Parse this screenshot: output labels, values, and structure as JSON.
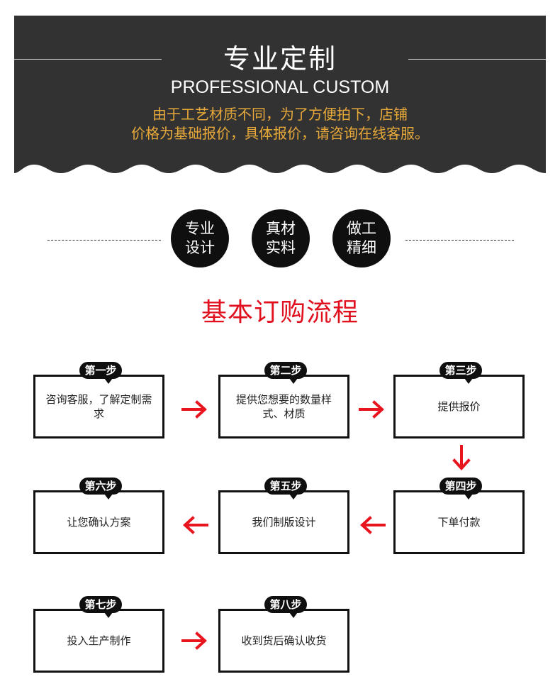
{
  "banner": {
    "title_cn": "专业定制",
    "title_en": "PROFESSIONAL CUSTOM",
    "desc_line1": "由于工艺材质不同，为了方便拍下，店铺",
    "desc_line2": "价格为基础报价，具体报价，请咨询在线客服。",
    "colors": {
      "background": "#323232",
      "desc": "#e8a93a",
      "title": "#ffffff"
    }
  },
  "features": [
    {
      "line1": "专业",
      "line2": "设计"
    },
    {
      "line1": "真材",
      "line2": "实料"
    },
    {
      "line1": "做工",
      "line2": "精细"
    }
  ],
  "flow": {
    "title": "基本订购流程",
    "title_color": "#e0101e",
    "arrow_color": "#e8141e",
    "steps": [
      {
        "label": "第一步",
        "text": "咨询客服，了解定制需求"
      },
      {
        "label": "第二步",
        "text": "提供您想要的数量样式、材质"
      },
      {
        "label": "第三步",
        "text": "提供报价"
      },
      {
        "label": "第四步",
        "text": "下单付款"
      },
      {
        "label": "第五步",
        "text": "我们制版设计"
      },
      {
        "label": "第六步",
        "text": "让您确认方案"
      },
      {
        "label": "第七步",
        "text": "投入生产制作"
      },
      {
        "label": "第八步",
        "text": "收到货后确认收货"
      }
    ]
  }
}
